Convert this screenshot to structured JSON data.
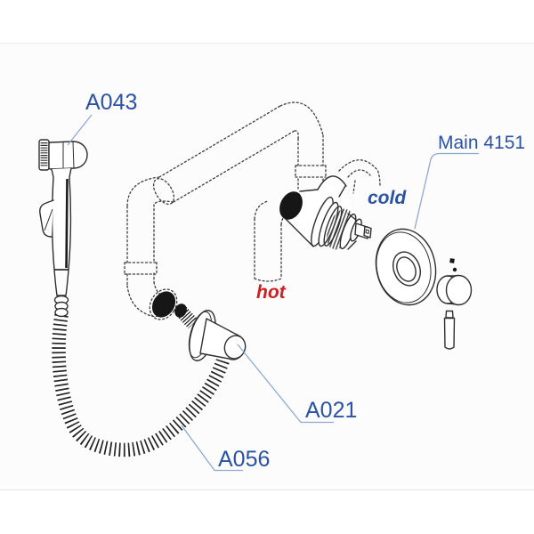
{
  "labels": {
    "sprayer": "A043",
    "main_unit": "Main 4151",
    "cold": "cold",
    "hot": "hot",
    "outlet": "A021",
    "hose": "A056"
  },
  "colors": {
    "label_blue": "#2b52a3",
    "hot_red": "#cc2020",
    "leader_line": "#8ea8d0",
    "line_art": "#2e2e2e",
    "pipe_dash": "#3c3c3c",
    "background": "#fcfcfc"
  },
  "parts": [
    {
      "label": "A043",
      "part": "hand-sprayer"
    },
    {
      "label": "A056",
      "part": "flexible-hose"
    },
    {
      "label": "A021",
      "part": "wall-outlet-holder"
    },
    {
      "label": "Main 4151",
      "part": "concealed-mixer-with-plate-and-handle"
    },
    {
      "label": "hot",
      "part": "hot-water-supply-pipe"
    },
    {
      "label": "cold",
      "part": "cold-water-supply-pipe"
    }
  ]
}
